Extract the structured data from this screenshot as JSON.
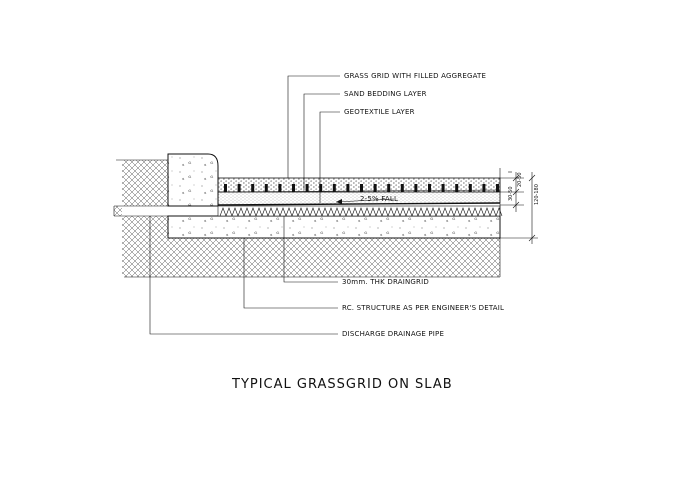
{
  "drawing": {
    "title": "TYPICAL GRASSGRID ON SLAB",
    "labels": {
      "grass_grid": "GRASS GRID WITH FILLED AGGREGATE",
      "sand_bedding": "SAND BEDDING LAYER",
      "geotextile": "GEOTEXTILE LAYER",
      "draingrid": "30mm. THK DRAINGRID",
      "rc_structure": "RC. STRUCTURE AS PER ENGINEER'S DETAIL",
      "drainage_pipe": "DISCHARGE DRAINAGE PIPE",
      "fall": "2-5% FALL"
    },
    "dimensions": {
      "grid_depth": "20-50",
      "bedding_depth": "30-50",
      "total_depth": "120-180"
    }
  }
}
